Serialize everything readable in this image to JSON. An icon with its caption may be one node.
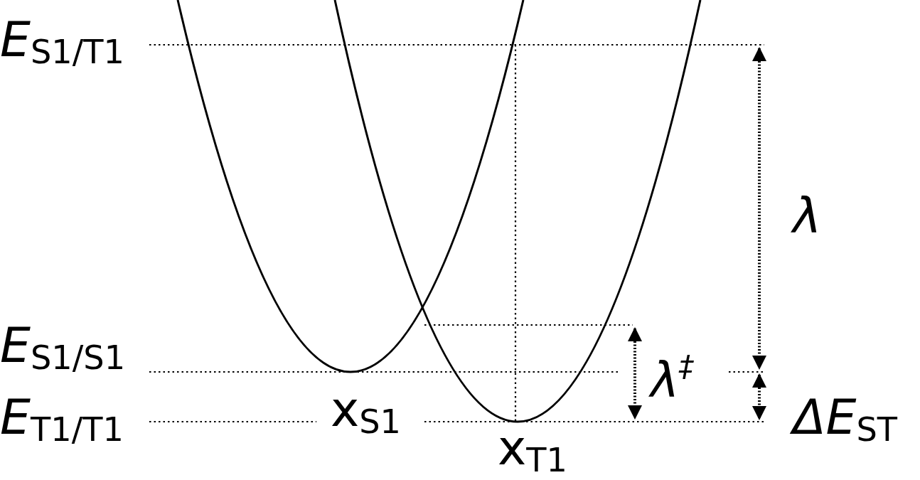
{
  "diagram": {
    "labels": [
      "*E*$_{S1/T1}$",
      "λ",
      "*E*$_{S1/S1}$",
      "λ$^{‡}$",
      "*E*$_{T1/T1}$",
      "x$_{S1}$",
      "*ΔE*$_{ST}$",
      "x$_{T1}$"
    ]
  }
}
